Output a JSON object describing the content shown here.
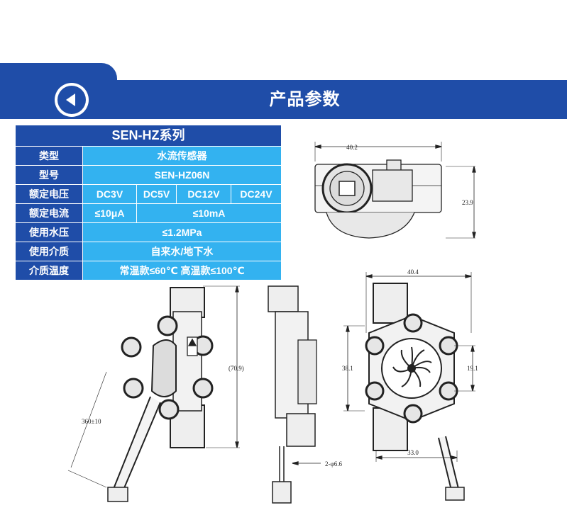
{
  "banner": {
    "title": "产品参数",
    "back_icon": "chevron-left-circle-icon",
    "color": "#1f4da8"
  },
  "spec_table": {
    "title": "SEN-HZ系列",
    "header_color": "#1f4da8",
    "value_color": "#33b2f0",
    "rows": [
      {
        "label": "类型",
        "values": [
          "水流传感器"
        ]
      },
      {
        "label": "型号",
        "values": [
          "SEN-HZ06N"
        ]
      },
      {
        "label": "额定电压",
        "values": [
          "DC3V",
          "DC5V",
          "DC12V",
          "DC24V"
        ]
      },
      {
        "label": "额定电流",
        "values": [
          "≤10μA",
          "≤10mA"
        ]
      },
      {
        "label": "使用水压",
        "values": [
          "≤1.2MPa"
        ]
      },
      {
        "label": "使用介质",
        "values": [
          "自来水/地下水"
        ]
      },
      {
        "label": "介质温度",
        "values": [
          "常温款≤60℃ 高温款≤100℃"
        ]
      }
    ]
  },
  "dimensions": {
    "top_width": "40.2",
    "top_height": "23.9",
    "side_length": "(70.9)",
    "cable_length": "360±10",
    "hole": "2-φ6.6",
    "front_width": "40.4",
    "front_height": "38.1",
    "rotor_height": "19.1",
    "bottom_width": "33.0"
  }
}
